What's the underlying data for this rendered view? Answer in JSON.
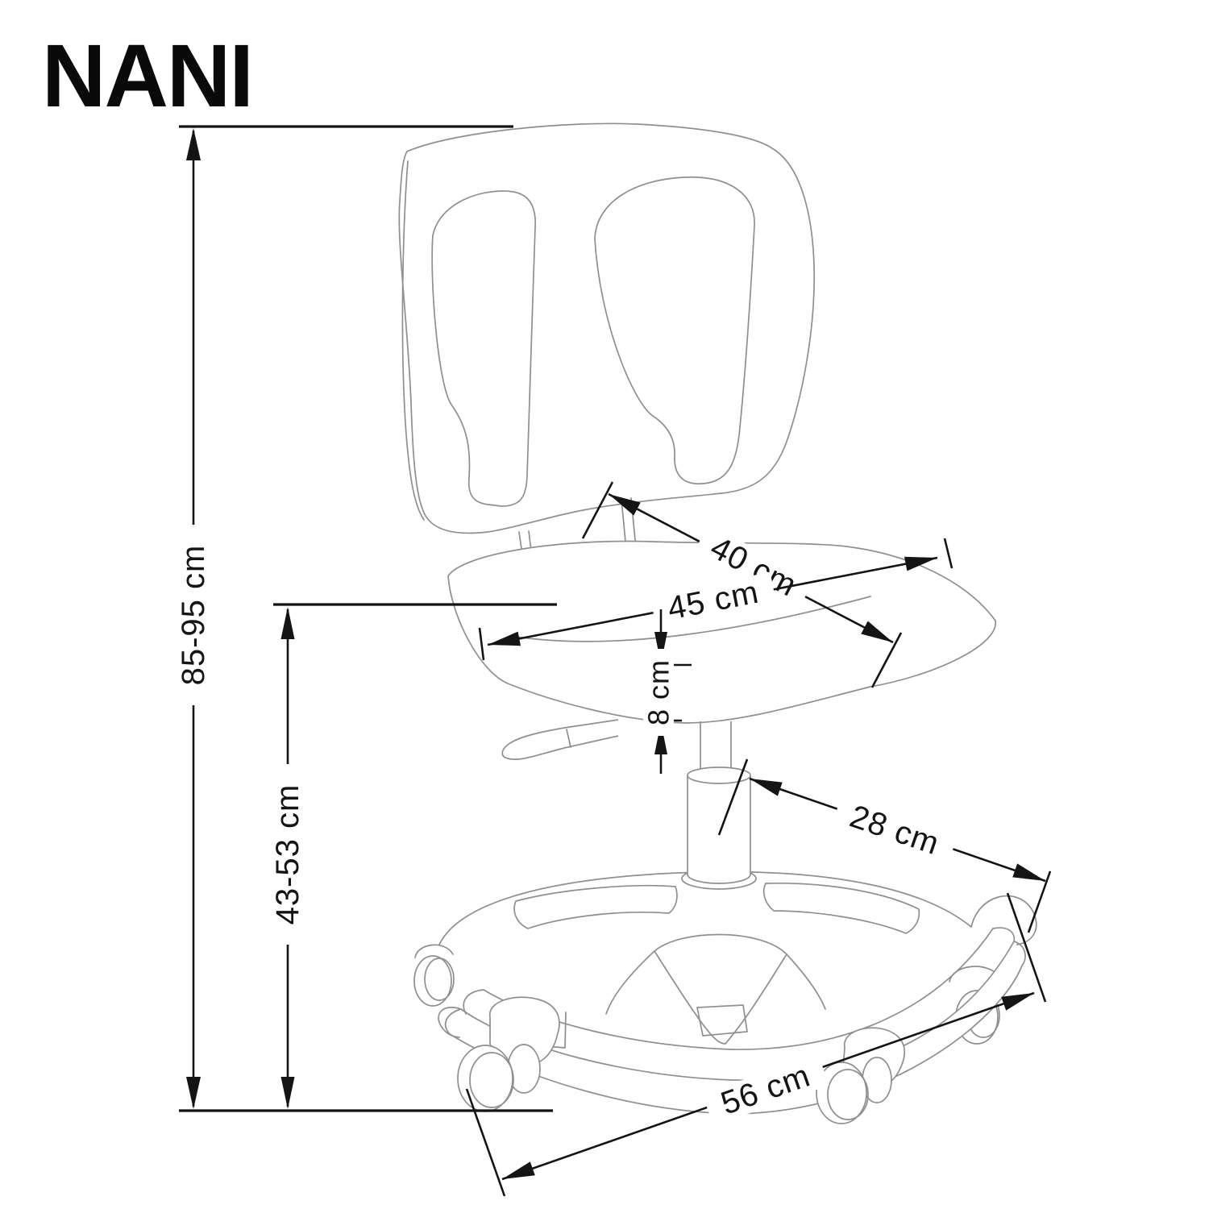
{
  "title": "NANI",
  "diagram": {
    "type": "product-dimension-line-drawing",
    "product_name": "NANI",
    "subject": "swivel chair with footring base and casters",
    "colors": {
      "background": "#ffffff",
      "line_art": "#8f8f8f",
      "dimension_lines": "#141414",
      "title_text": "#0a0a0a"
    },
    "labels": {
      "overall_height": "85-95 cm",
      "seat_height": "43-53 cm",
      "seat_depth": "40 cm",
      "seat_width": "45 cm",
      "seat_cushion_thickness": "8 cm",
      "column_to_base_edge": "28 cm",
      "base_width": "56 cm"
    }
  }
}
